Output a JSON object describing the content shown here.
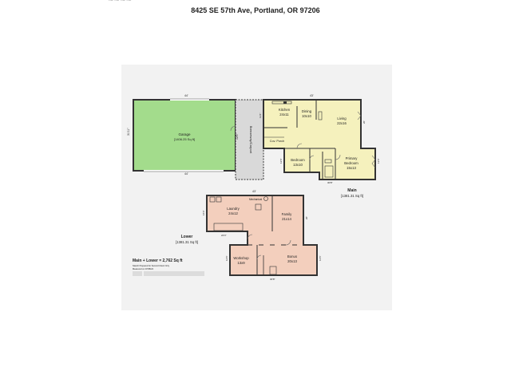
{
  "header": {
    "logo_text": "~~~~",
    "address": "8425 SE 57th Ave, Portland, OR 97206"
  },
  "floors": {
    "main": {
      "name": "Main",
      "area": "[1381.31 Sq ft]"
    },
    "lower": {
      "name": "Lower",
      "area": "[1381.31 Sq ft]"
    }
  },
  "rooms": {
    "garage": {
      "name": "Garage",
      "area": "[1406.25 Sq ft]"
    },
    "breezeway": {
      "name": "Breezeway/Carport"
    },
    "kitchen": {
      "name": "Kitchen",
      "dims": "24x11"
    },
    "dining": {
      "name": "Dining",
      "dims": "10x10"
    },
    "living": {
      "name": "Living",
      "dims": "22x16"
    },
    "covered_porch": {
      "name": "Cov. Porch"
    },
    "bedroom": {
      "name": "Bedroom",
      "dims": "13x10"
    },
    "primary_bedroom": {
      "name": "Primary",
      "name2": "Bedroom",
      "dims": "15x13"
    },
    "laundry": {
      "name": "Laundry",
      "dims": "24x12"
    },
    "mechanical": {
      "name": "Mechanical"
    },
    "family": {
      "name": "Family",
      "dims": "21x14"
    },
    "workshop": {
      "name": "Workshop",
      "dims": "13x9"
    },
    "bonus": {
      "name": "Bonus",
      "dims": "20x13"
    }
  },
  "summary": {
    "total": "Main + Lower = 2,762 Sq ft",
    "line2": "Sketch Prepared for Second Client Only",
    "line3": "Measured on 07/08/24"
  },
  "colors": {
    "garage_fill": "#a3dc8c",
    "main_fill": "#f5f1bd",
    "lower_fill": "#f3cfbd",
    "breezeway_fill": "#d9d9d9",
    "wall": "#333333",
    "background": "#f2f2f2"
  }
}
